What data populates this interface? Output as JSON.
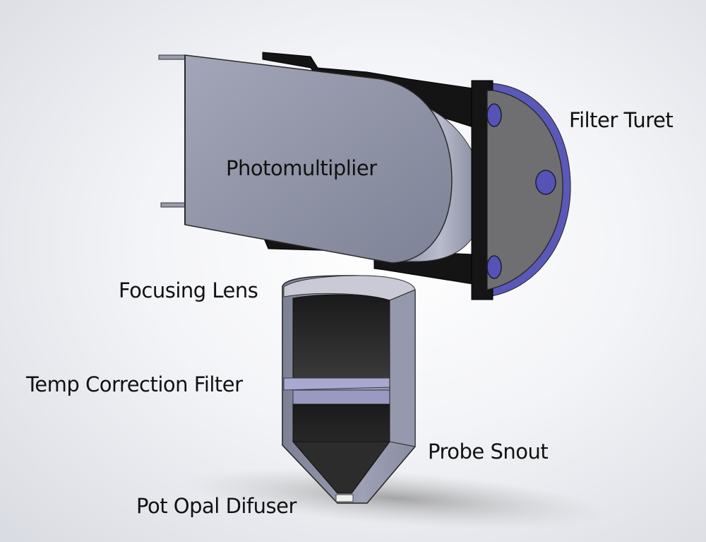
{
  "labels": {
    "photomultiplier": "Photomultiplier",
    "filter_turret": "Filter Turet",
    "focusing_lens": "Focusing Lens",
    "temp_correction_filter": "Temp Correction Filter",
    "probe_snout": "Probe Snout",
    "pot_opal_diffuser": "Pot Opal Difuser"
  },
  "colors": {
    "body_gray": "#8a8ea3",
    "dark_part": "#141414",
    "turret_face": "#6f6f72",
    "accent_blue": "#5a58b8",
    "filter_disc": "#a9a8cf"
  }
}
